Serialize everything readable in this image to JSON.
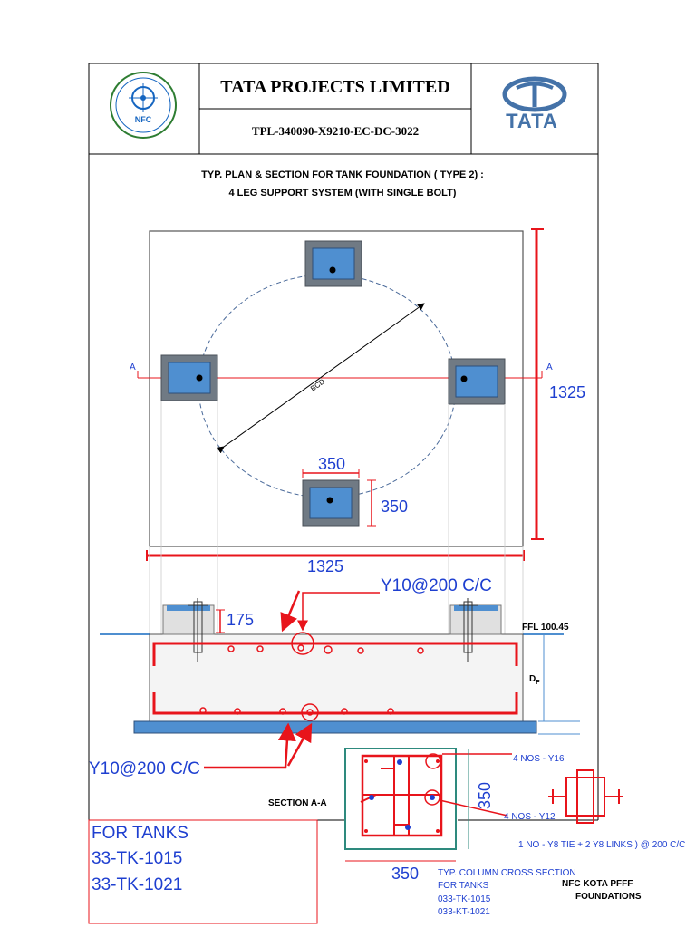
{
  "header": {
    "company_title": "TATA PROJECTS LIMITED",
    "document_number": "TPL-340090-X9210-EC-DC-3022",
    "brand_wordmark": "TATA",
    "client_logo_text": "NFC"
  },
  "plan": {
    "title_line1": "TYP. PLAN & SECTION FOR TANK FOUNDATION ( TYPE 2) :",
    "title_line2": "4 LEG SUPPORT SYSTEM (WITH SINGLE BOLT)",
    "bcd_label": "BCD",
    "section_marker": "A",
    "pedestal_width": "350",
    "pedestal_height": "350",
    "foundation_width": "1325",
    "foundation_length": "1325"
  },
  "section": {
    "rebar_top": "Y10@200 C/C",
    "rebar_bottom": "Y10@200 C/C",
    "pedestal_height": "175",
    "ffl_label": "FFL 100.45",
    "depth_label": "D",
    "depth_subscript": "F",
    "section_label": "SECTION A-A"
  },
  "column": {
    "main_bars": "4 NOS - Y16",
    "extra_bars": "4 NOS - Y12",
    "ties": "1 NO - Y8 TIE  + 2 Y8 LINKS )  @ 200 C/C",
    "width": "350",
    "height": "350",
    "caption_line1": "TYP. COLUMN CROSS SECTION",
    "caption_line2": "FOR TANKS",
    "caption_line3": "033-TK-1015",
    "caption_line4": "033-KT-1021"
  },
  "tanks": {
    "title": "FOR TANKS",
    "tank1": "33-TK-1015",
    "tank2": "33-TK-1021"
  },
  "footer": {
    "project_line1": "NFC KOTA PFFF",
    "project_line2": "FOUNDATIONS"
  },
  "colors": {
    "dimension_red": "#e8141b",
    "text_blue": "#1e3fd0",
    "pedestal_fill": "#4f8fd0",
    "pedestal_frame": "#707a84",
    "teal": "#2e8a7e"
  }
}
